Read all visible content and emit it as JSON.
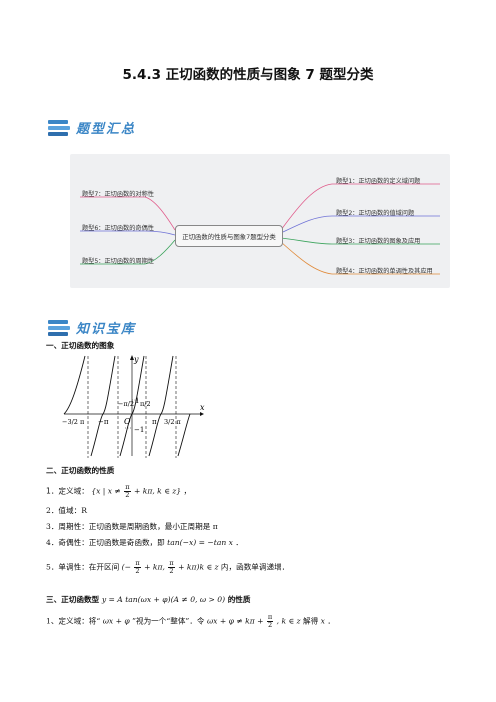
{
  "title": "5.4.3  正切函数的性质与图象 7 题型分类",
  "sections": {
    "summary_label": "题型汇总",
    "knowledge_label": "知识宝库"
  },
  "mindmap": {
    "center": "正切函数的性质与图象7题型分类",
    "left": [
      "题型7：正切函数的对称性",
      "题型6：正切函数的奇偶性",
      "题型5：正切函数的周期性"
    ],
    "right": [
      "题型1：正切函数的定义域问题",
      "题型2：正切函数的值域问题",
      "题型3：正切函数的图象及应用",
      "题型4：正切函数的单调性及其应用"
    ]
  },
  "knowledge": {
    "h1": "一、正切函数的图象",
    "h2": "二、正切函数的性质",
    "p1_label": "1．定义域：",
    "p1_math": "{x | x ≠",
    "p1_tail": "+ kπ, k ∈ z}",
    "p1_end": "，",
    "p2": "2．值域：R",
    "p3": "3．周期性：正切函数是周期函数，最小正周期是 π",
    "p4_label": "4．奇偶性：正切函数是奇函数，即",
    "p4_math": "tan(−x) = −tan x",
    "p4_end": "．",
    "p5_label": "5．单调性：在开区间",
    "p5_math_a": "(−",
    "p5_math_b": "+ kπ,",
    "p5_math_c": "+ kπ)k ∈ z",
    "p5_end": "内，函数单调递增．",
    "h3_a": "三、正切函数型",
    "h3_math": "y = A tan(ωx + φ)(A ≠ 0, ω > 0)",
    "h3_b": "的性质",
    "p6_label": "1、定义域：将“",
    "p6_m1": "ωx + φ",
    "p6_mid": "”视为一个“整体”．令",
    "p6_m2": "ωx + φ ≠ kπ +",
    "p6_m3": ", k ∈ z",
    "p6_end": "解得",
    "p6_x": "x",
    "p6_dot": "．",
    "frac_pi": "π",
    "frac_2": "2"
  },
  "graph": {
    "y_label": "y",
    "x_label": "x",
    "origin": "O",
    "tick_neg32": "−3/2 π",
    "tick_negpi": "−π",
    "tick_neghalf": "−π/2",
    "tick_half": "π/2",
    "tick_pi": "π",
    "tick_32": "3/2 π",
    "y_pos1": "1",
    "y_neg1": "−1"
  },
  "colors": {
    "accent": "#3b86c6",
    "mindmap_bg": "#eff0f2",
    "line_red": "#e05a8a",
    "line_blue": "#6f72d6",
    "line_green": "#3aa35b"
  }
}
